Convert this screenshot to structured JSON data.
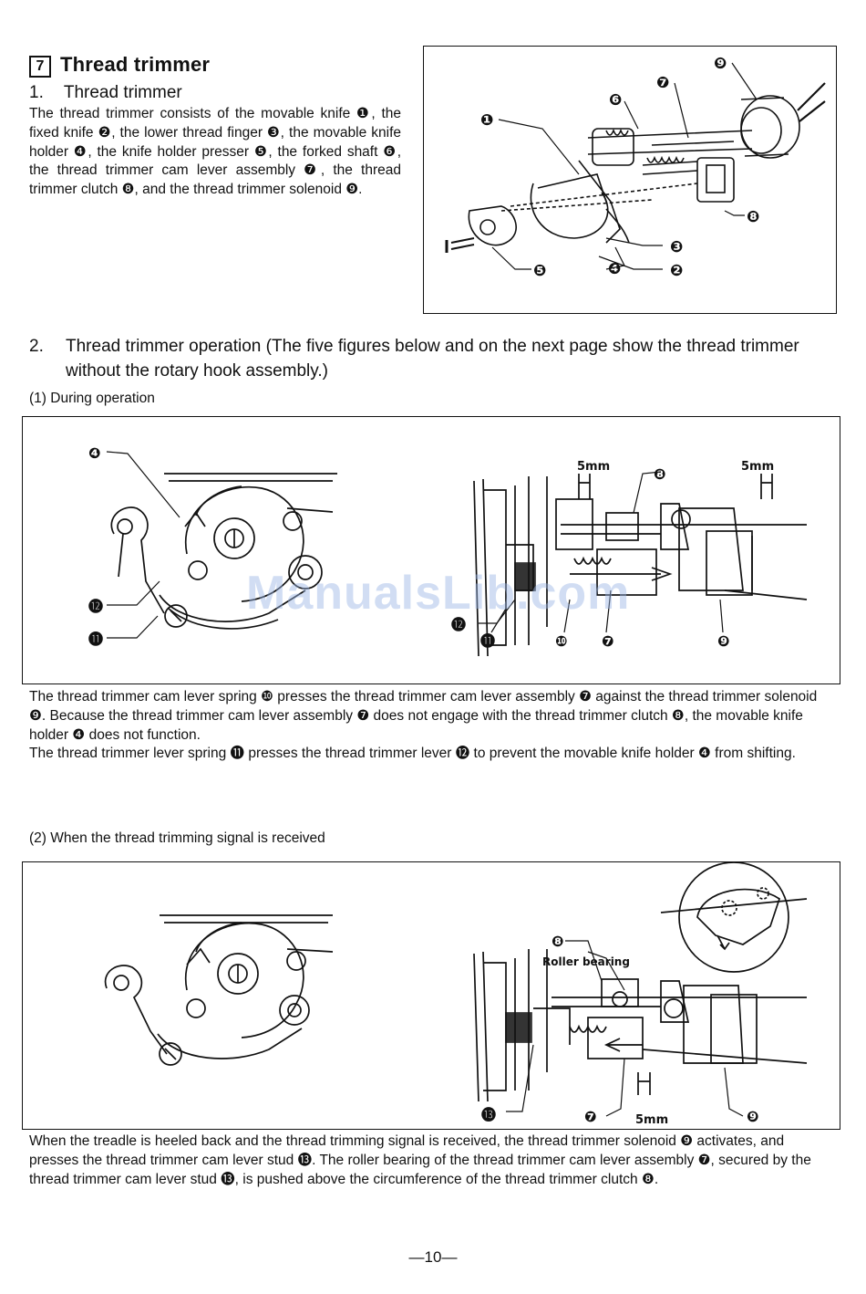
{
  "section": {
    "icon_number": "7",
    "title": "Thread trimmer"
  },
  "subsection1": {
    "number": "1.",
    "title": "Thread trimmer",
    "paragraph": "The thread trimmer consists of the movable knife ❶, the fixed knife ❷, the lower thread finger ❸, the movable knife holder ❹, the knife holder presser ❺, the forked shaft ❻, the thread trimmer cam lever assembly ❼, the thread trimmer clutch ❽, and the thread trimmer solenoid ❾."
  },
  "subsection2": {
    "number": "2.",
    "title": "Thread trimmer operation (The five figures below and on the next page show the thread trimmer without the rotary hook assembly.)"
  },
  "operation_1": {
    "label": "(1)  During operation",
    "description": "The thread trimmer cam lever spring ❿ presses the thread trimmer cam lever assembly ❼ against the thread trimmer solenoid ❾. Because the thread trimmer cam lever assembly ❼ does not engage with the thread trimmer clutch ❽, the movable knife holder ❹ does not function.\nThe thread trimmer lever spring ⓫ presses the thread trimmer lever ⓬ to prevent the movable knife holder ❹ from shifting."
  },
  "operation_2": {
    "label": "(2)  When the thread trimming signal is received",
    "description": "When the treadle is heeled back and the thread trimming signal is received, the thread trimmer solenoid ❾ activates, and presses the thread trimmer cam lever stud ⓭. The roller bearing of the thread trimmer cam lever assembly ❼, secured by the thread trimmer cam lever stud ⓭, is pushed above the circumference of the thread trimmer clutch ❽."
  },
  "figures": {
    "fig1_callouts": [
      "❶",
      "❷",
      "❸",
      "❹",
      "❺",
      "❻",
      "❼",
      "❽",
      "❾"
    ],
    "fig2_callouts": [
      "❹",
      "⓬",
      "⓫",
      "❽",
      "⓬",
      "⓫",
      "❿",
      "❼",
      "❾"
    ],
    "fig2_dimensions": [
      "5mm",
      "5mm"
    ],
    "fig3_callouts": [
      "❽",
      "⓭",
      "❼",
      "❾"
    ],
    "fig3_label_roller": "Roller bearing",
    "fig3_dimension": "5mm"
  },
  "footer": {
    "page": "—10—"
  },
  "watermark": "ManualsLib.com"
}
